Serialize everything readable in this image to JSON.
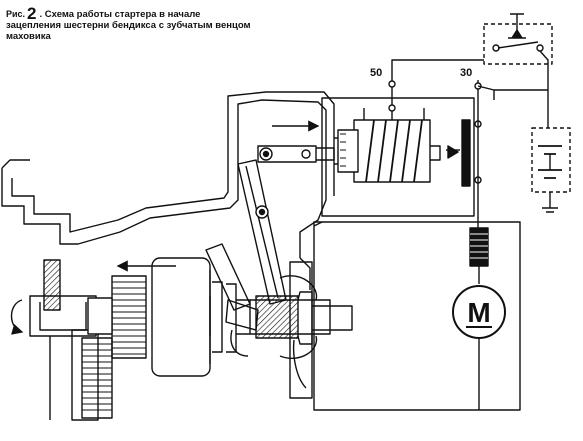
{
  "caption": {
    "prefix": "Рис.",
    "number": "2",
    "text": ". Схема работы стартера в начале зацепления шестерни бендикса с зубчатым венцом маховика"
  },
  "terminals": {
    "t50": "50",
    "t30": "30"
  },
  "motor": {
    "symbol": "M"
  }
}
